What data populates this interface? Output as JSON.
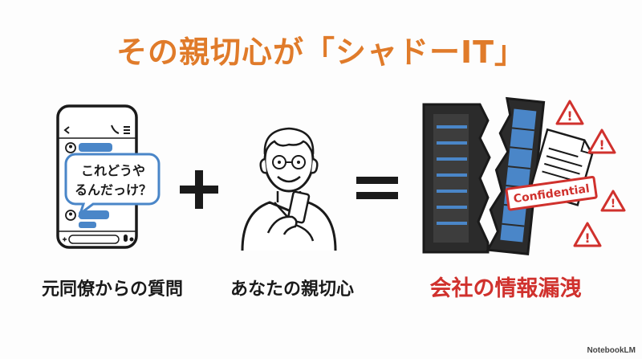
{
  "title": "その親切心が「シャドーIT」",
  "bubble": {
    "line1": "これどうや",
    "line2": "るんだっけ？"
  },
  "captions": {
    "left": "元同僚からの質問",
    "middle": "あなたの親切心",
    "right": "会社の情報漏洩"
  },
  "operators": {
    "plus": "+",
    "equals": "="
  },
  "doc_label": "Confidential",
  "brand": "NotebookLM",
  "colors": {
    "title": "#e07b2a",
    "result": "#d0312d",
    "accent_blue": "#4a86c8",
    "warning_red": "#d0312d"
  },
  "icons": [
    "smartphone-icon",
    "elderly-person-icon",
    "server-icon",
    "warning-icon",
    "document-icon"
  ]
}
